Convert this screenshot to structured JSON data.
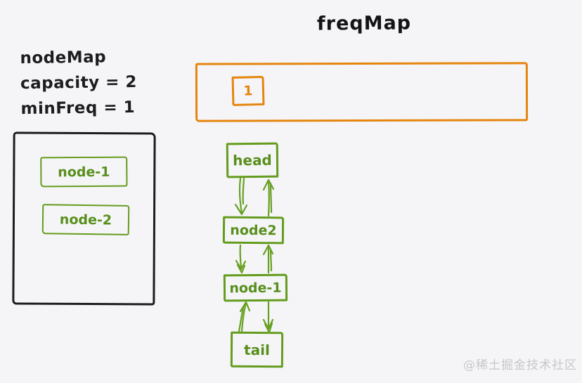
{
  "colors": {
    "background": "#f5f5f7",
    "ink": "#1d1d20",
    "green": "#649c1e",
    "orange": "#e5850e",
    "watermark_gray": "#c7c7c9"
  },
  "left_panel": {
    "map_name": "nodeMap",
    "capacity_line": "capacity = 2",
    "min_freq_line": "minFreq = 1",
    "items": [
      {
        "label": "node-1"
      },
      {
        "label": "node-2"
      }
    ]
  },
  "freq_map": {
    "title": "freqMap",
    "bucket_key": "1"
  },
  "linked_list": {
    "nodes": [
      {
        "label": "head"
      },
      {
        "label": "node2"
      },
      {
        "label": "node-1"
      },
      {
        "label": "tail"
      }
    ]
  },
  "watermark": "@稀土掘金技术社区"
}
